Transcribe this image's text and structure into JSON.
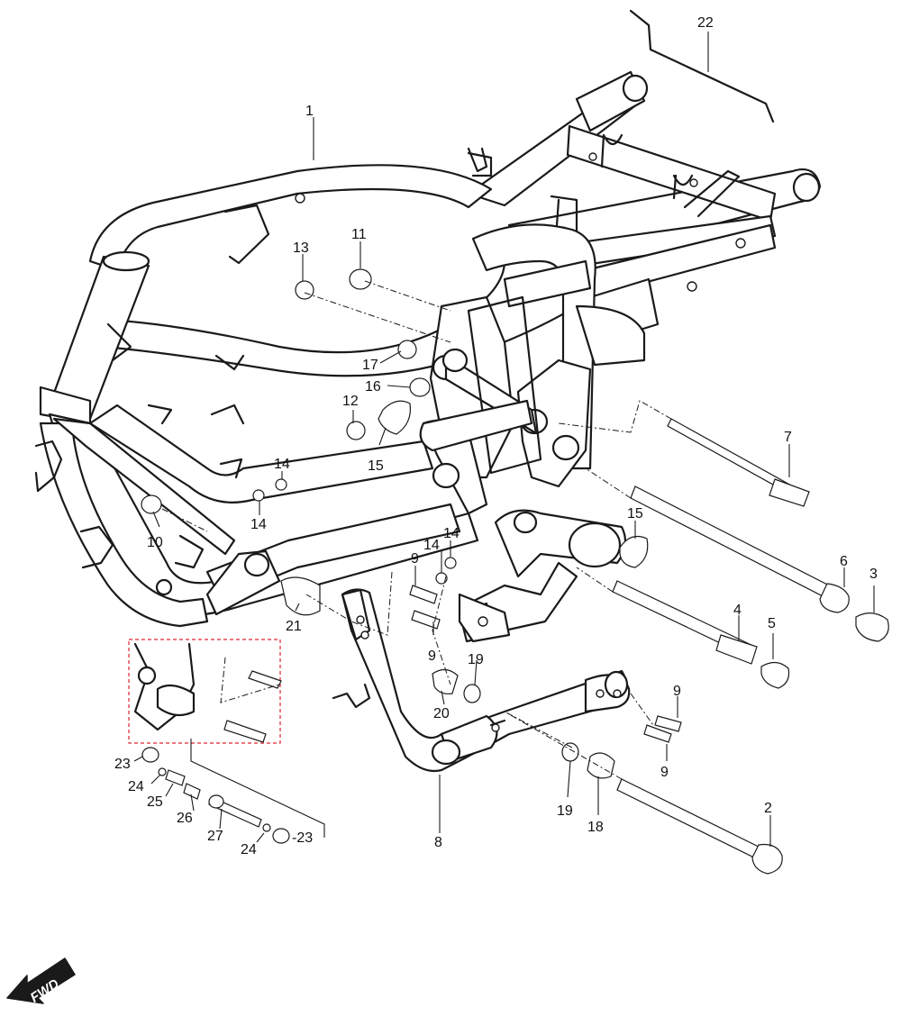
{
  "diagram": {
    "callouts": [
      {
        "id": "c1",
        "label": "1"
      },
      {
        "id": "c2",
        "label": "2"
      },
      {
        "id": "c3",
        "label": "3"
      },
      {
        "id": "c4",
        "label": "4"
      },
      {
        "id": "c5",
        "label": "5"
      },
      {
        "id": "c6",
        "label": "6"
      },
      {
        "id": "c7",
        "label": "7"
      },
      {
        "id": "c8",
        "label": "8"
      },
      {
        "id": "c9a",
        "label": "9"
      },
      {
        "id": "c9b",
        "label": "9"
      },
      {
        "id": "c9c",
        "label": "9"
      },
      {
        "id": "c9d",
        "label": "9"
      },
      {
        "id": "c10",
        "label": "10"
      },
      {
        "id": "c11",
        "label": "11"
      },
      {
        "id": "c12",
        "label": "12"
      },
      {
        "id": "c13",
        "label": "13"
      },
      {
        "id": "c14a",
        "label": "14"
      },
      {
        "id": "c14b",
        "label": "14"
      },
      {
        "id": "c14c",
        "label": "14"
      },
      {
        "id": "c14d",
        "label": "14"
      },
      {
        "id": "c15a",
        "label": "15"
      },
      {
        "id": "c15b",
        "label": "15"
      },
      {
        "id": "c16",
        "label": "16"
      },
      {
        "id": "c17",
        "label": "17"
      },
      {
        "id": "c18",
        "label": "18"
      },
      {
        "id": "c19a",
        "label": "19"
      },
      {
        "id": "c19b",
        "label": "19"
      },
      {
        "id": "c20",
        "label": "20"
      },
      {
        "id": "c21",
        "label": "21"
      },
      {
        "id": "c22",
        "label": "22"
      },
      {
        "id": "c23a",
        "label": "23"
      },
      {
        "id": "c23b",
        "label": "-23"
      },
      {
        "id": "c24a",
        "label": "24"
      },
      {
        "id": "c24b",
        "label": "24"
      },
      {
        "id": "c25",
        "label": "25"
      },
      {
        "id": "c26",
        "label": "26"
      },
      {
        "id": "c27",
        "label": "27"
      }
    ],
    "fwd_label": "FWD"
  },
  "colors": {
    "line": "#1a1a1a",
    "inset_border": "#e0232f",
    "background": "#ffffff"
  }
}
